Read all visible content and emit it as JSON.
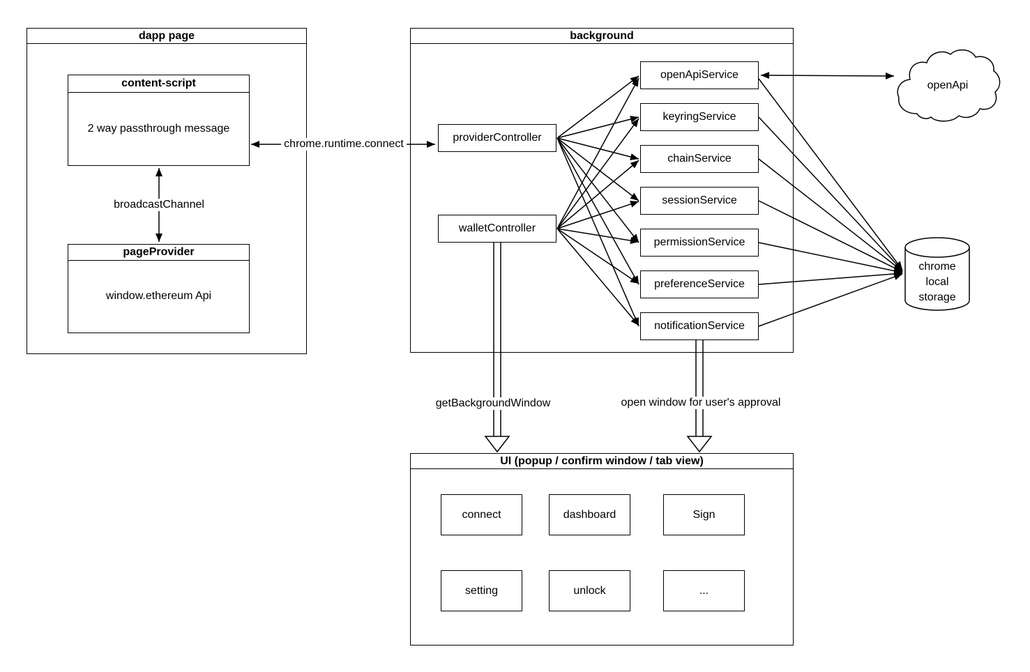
{
  "page": {
    "background_color": "#ffffff",
    "stroke_color": "#000000"
  },
  "dapp_page": {
    "title": "dapp page",
    "content_script": {
      "title": "content-script",
      "body": "2 way passthrough message"
    },
    "page_provider": {
      "title": "pageProvider",
      "body": "window.ethereum Api"
    },
    "broadcast_channel_label": "broadcastChannel"
  },
  "connect_label": "chrome.runtime.connect",
  "background_section": {
    "title": "background",
    "provider_controller": "providerController",
    "wallet_controller": "walletController",
    "services": [
      "openApiService",
      "keyringService",
      "chainService",
      "sessionService",
      "permissionService",
      "preferenceService",
      "notificationService"
    ]
  },
  "external": {
    "open_api_cloud": "openApi",
    "storage_lines": [
      "chrome",
      "local",
      "storage"
    ]
  },
  "flows": {
    "get_background_window": "getBackgroundWindow",
    "open_window_approval": "open window for user's approval"
  },
  "ui_section": {
    "title": "UI (popup / confirm window / tab view)",
    "buttons": [
      "connect",
      "dashboard",
      "Sign",
      "setting",
      "unlock",
      "..."
    ]
  }
}
